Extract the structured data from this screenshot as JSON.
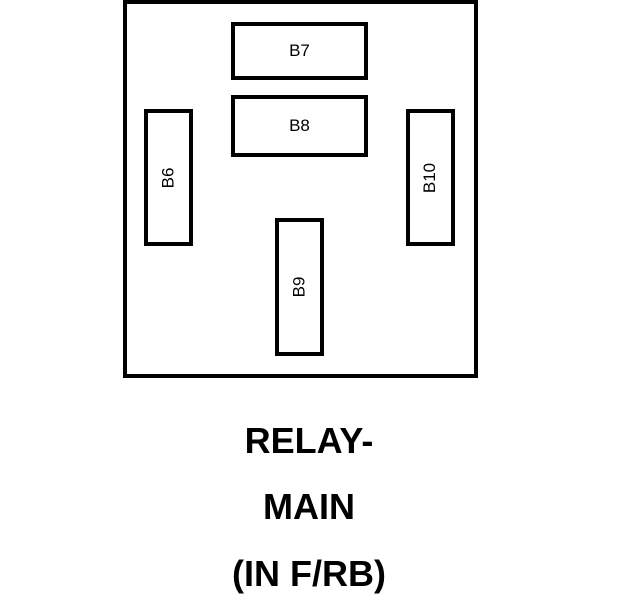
{
  "diagram": {
    "terminals": {
      "b7": "B7",
      "b8": "B8",
      "b6": "B6",
      "b10": "B10",
      "b9": "B9"
    },
    "caption": {
      "line1": "RELAY-",
      "line2": "MAIN",
      "line3": "(IN F/RB)"
    }
  }
}
